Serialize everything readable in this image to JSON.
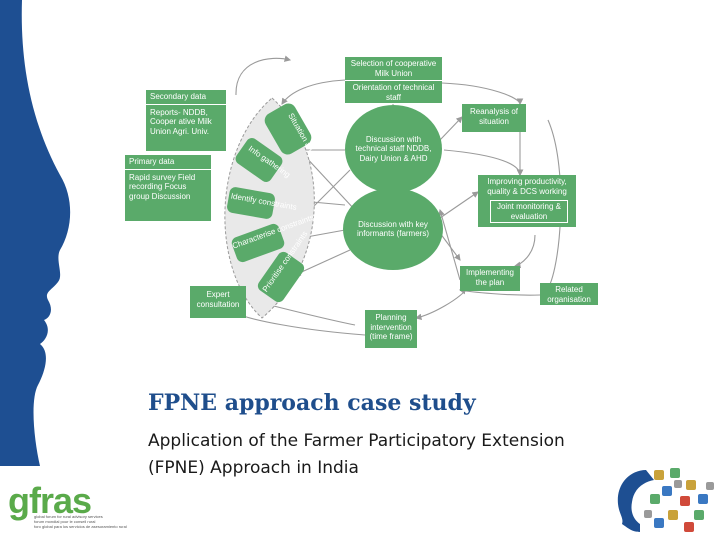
{
  "title": "FPNE approach case study",
  "subtitle": "Application of the Farmer Participatory Extension (FPNE)  Approach in India",
  "logo": {
    "name": "gfras",
    "tagline": [
      "global forum for rural advisory services",
      "forum mondial pour le conseil rural",
      "foro global para los servicios de asesoramiento rural"
    ]
  },
  "diagram": {
    "boxes": {
      "secondary_header": "Secondary data",
      "secondary_body": "Reports- NDDB, Cooper ative Milk Union Agri. Univ.",
      "primary_header": "Primary data",
      "primary_body": "Rapid survey Field recording Focus group Discussion",
      "selection_header": "Selection of cooperative Milk Union",
      "selection_body": "Orientation of technical staff",
      "reanalysis": "Reanalysis of situation",
      "improving": "Improving productivity, quality & DCS working",
      "joint": "Joint monitoring & evaluation",
      "implementing": "Implementing the plan",
      "related": "Related organisation",
      "planning": "Planning intervention (time frame)",
      "expert": "Expert consultation"
    },
    "circles": {
      "discussion_staff": "Discussion with technical staff NDDB, Dairy Union & AHD",
      "discussion_farmers": "Discussion with key informants (farmers)"
    },
    "steps": {
      "situation": "Situation analysis",
      "info": "Info gathering",
      "identify": "Identify constraints",
      "characterise": "Characterise constraints",
      "prioritise": "Prioritise constraints"
    }
  },
  "colors": {
    "green": "#5aaa6a",
    "title_blue": "#1f4e8c",
    "face_blue": "#1e4f92",
    "arrow": "#9a9a9a"
  }
}
